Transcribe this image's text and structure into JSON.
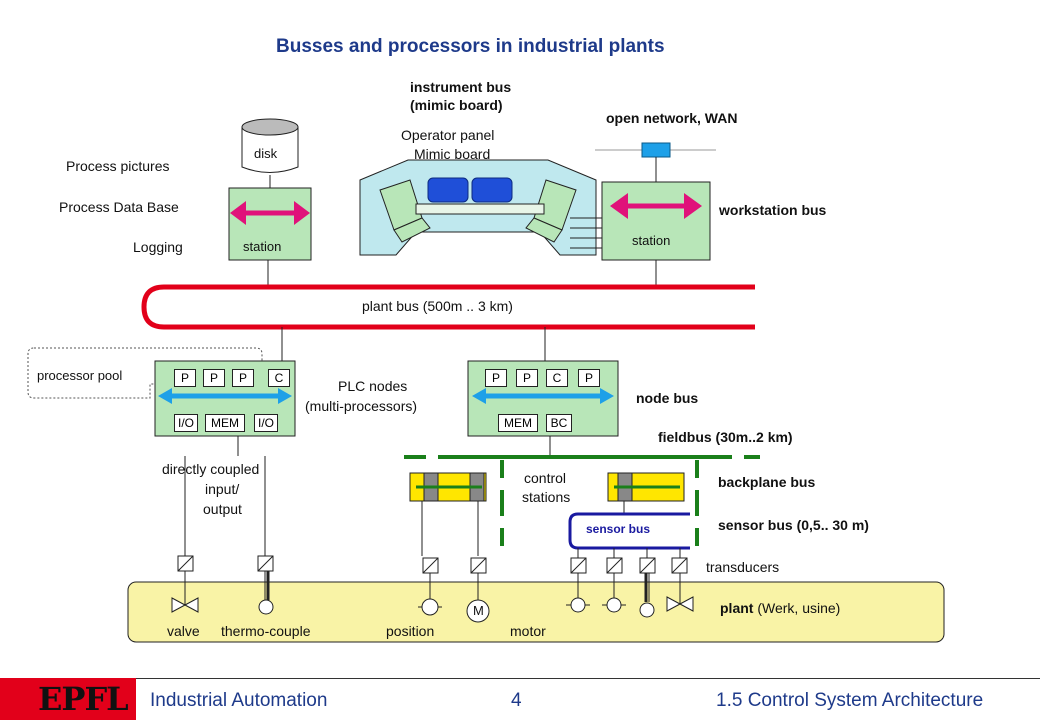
{
  "title": "Busses and processors in industrial plants",
  "labels": {
    "instrument_bus": "instrument bus",
    "mimic_board_paren": "(mimic board)",
    "operator_panel": "Operator panel",
    "mimic_board": "Mimic board",
    "open_network": "open network, WAN",
    "process_pictures": "Process pictures",
    "process_data_base": "Process Data Base",
    "logging": "Logging",
    "disk": "disk",
    "station_left": "station",
    "station_right": "station",
    "workstation_bus": "workstation bus",
    "plant_bus": "plant bus (500m .. 3 km)",
    "processor_pool": "processor pool",
    "plc_nodes": "PLC nodes",
    "multi_processors": "(multi-processors)",
    "node_bus": "node bus",
    "fieldbus": "fieldbus (30m..2 km)",
    "directly_coupled": "directly coupled",
    "input": "input/",
    "output": "output",
    "control": "control",
    "stations": "stations",
    "backplane_bus": "backplane bus",
    "sensor_bus_tag": "sensor bus",
    "sensor_bus_range": "sensor bus (0,5.. 30 m)",
    "transducers": "transducers",
    "plant_bold": "plant",
    "plant_rest": "(Werk, usine)",
    "valve": "valve",
    "thermo_couple": "thermo-couple",
    "position": "position",
    "motor": "motor",
    "motor_letter": "M"
  },
  "plc_left": {
    "top": [
      "P",
      "P",
      "P",
      "C"
    ],
    "bottom": [
      "I/O",
      "MEM",
      "I/O"
    ]
  },
  "plc_right": {
    "top": [
      "P",
      "P",
      "C",
      "P"
    ],
    "bottom": [
      "MEM",
      "BC"
    ]
  },
  "footer": {
    "logo": "EPFL",
    "left": "Industrial Automation",
    "page": "4",
    "right": "1.5 Control System Architecture"
  },
  "colors": {
    "title": "#1e3a8a",
    "box_fill": "#b8e6b8",
    "plant_fill": "#f9f3a6",
    "bus_red": "#e2001a",
    "arrow_pink": "#e0127a",
    "arrow_blue": "#1ea0e8",
    "fieldbus_green": "#1a7f1a",
    "sensor_blue": "#1a1aa0",
    "card_yellow": "#ffe600"
  }
}
